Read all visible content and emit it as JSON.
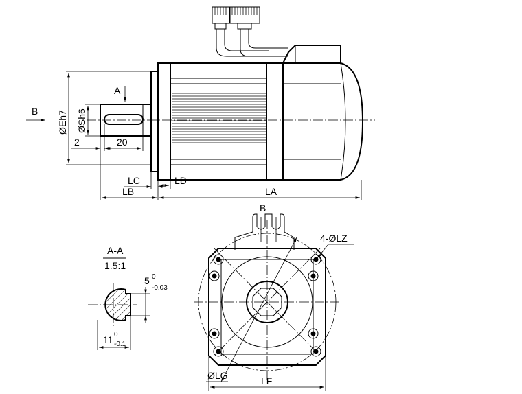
{
  "labels": {
    "view_arrow_b": "B",
    "section_arrow_a": "A",
    "dia_e": "ØEh7",
    "dia_s": "ØSh6",
    "dim_2": "2",
    "dim_20": "20",
    "dim_lc": "LC",
    "dim_ld": "LD",
    "dim_lb": "LB",
    "dim_la": "LA",
    "view_b_title": "B",
    "holes": "4-ØLZ",
    "dia_lg": "ØLG",
    "dim_lf": "LF",
    "section_title": "A-A",
    "section_scale": "1.5:1",
    "key_width": "5",
    "key_width_upper": "0",
    "key_width_lower": "-0.03",
    "key_depth": "11",
    "key_depth_upper": "0",
    "key_depth_lower": "-0.1"
  }
}
